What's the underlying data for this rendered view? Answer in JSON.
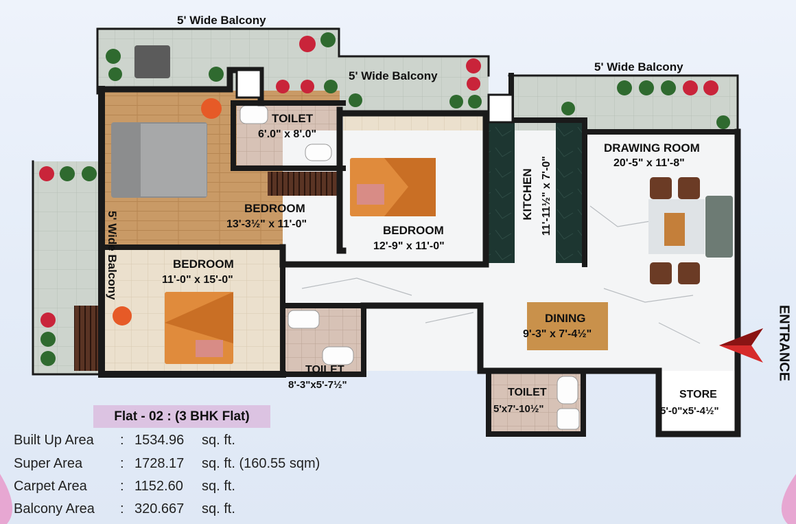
{
  "balconies": {
    "top_left": "5' Wide Balcony",
    "top_middle": "5' Wide Balcony",
    "top_right": "5' Wide Balcony",
    "left_side": "5' Wide Balcony"
  },
  "rooms": {
    "toilet_1": {
      "name": "TOILET",
      "size": "6'.0\" x 8'.0\""
    },
    "bedroom_1": {
      "name": "BEDROOM",
      "size": "13'-3½\" x 11'-0\""
    },
    "bedroom_2": {
      "name": "BEDROOM",
      "size": "12'-9\" x 11'-0\""
    },
    "kitchen": {
      "name": "KITCHEN",
      "size": "11'-11½\" x 7'-0\""
    },
    "drawing_room": {
      "name": "DRAWING ROOM",
      "size": "20'-5\" x 11'-8\""
    },
    "bedroom_3": {
      "name": "BEDROOM",
      "size": "11'-0\" x 15'-0\""
    },
    "dining": {
      "name": "DINING",
      "size": "9'-3\" x 7'-4½\""
    },
    "toilet_2": {
      "name": "TOILET",
      "size": "8'-3\"x5'-7½\""
    },
    "toilet_3": {
      "name": "TOILET",
      "size": "5'x7'-10½\""
    },
    "store": {
      "name": "STORE",
      "size": "5'-0\"x5'-4½\""
    }
  },
  "entrance_label": "ENTRANCE",
  "flat_title": "Flat - 02 : (3 BHK Flat)",
  "areas": [
    {
      "label": "Built Up Area",
      "sep": ":",
      "value": "1534.96",
      "unit": "sq. ft."
    },
    {
      "label": "Super Area",
      "sep": ":",
      "value": "1728.17",
      "unit": "sq. ft. (160.55 sqm)"
    },
    {
      "label": "Carpet Area",
      "sep": ":",
      "value": "1152.60",
      "unit": "sq. ft."
    },
    {
      "label": "Balcony Area",
      "sep": ":",
      "value": "320.667",
      "unit": "sq. ft."
    }
  ],
  "colors": {
    "wall": "#1a1a1a",
    "wood_floor": "#c99a66",
    "tile_floor": "#e7d9c4",
    "marble_floor": "#f3f4f5",
    "balcony_tile": "#cdd3cc",
    "toilet_tile": "#d8c3b6",
    "kitchen_counter": "#1f3a33",
    "bed_orange": "#e08b3c",
    "sofa_gray": "#6d7b74",
    "chair_brown": "#6b3b25",
    "title_bg": "#dcc3e2",
    "arrow_red": "#d62b2b"
  },
  "icons": [
    "entrance-arrow-icon",
    "plant-icon",
    "bed-icon",
    "sofa-icon",
    "toilet-icon",
    "sink-icon"
  ]
}
